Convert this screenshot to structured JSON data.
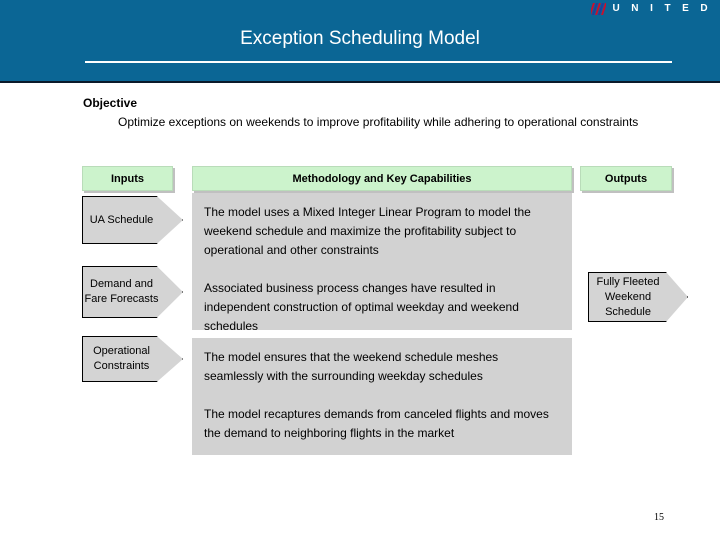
{
  "header": {
    "title": "Exception Scheduling Model",
    "brand_wordmark": "U N I T E D",
    "brand_mark_icon": "united-tulip-icon",
    "background_color": "#0b6695",
    "title_color": "#ffffff"
  },
  "objective": {
    "heading": "Objective",
    "text": "Optimize exceptions on weekends to improve profitability while adhering to operational constraints"
  },
  "diagram": {
    "column_headers": {
      "inputs": "Inputs",
      "methodology": "Methodology and Key Capabilities",
      "outputs": "Outputs"
    },
    "header_color": "#ccf3cc",
    "shape_color": "#d4d4d4",
    "panel_color": "#d2d2d2",
    "inputs": [
      {
        "label": "UA Schedule"
      },
      {
        "label": "Demand and Fare Forecasts"
      },
      {
        "label": "Operational Constraints"
      }
    ],
    "methodology_panels": [
      {
        "paragraphs": [
          "The model uses a Mixed Integer Linear Program to model the weekend schedule and maximize the profitability subject to operational and other constraints",
          "Associated business process changes have resulted in independent construction of optimal weekday and weekend schedules"
        ]
      },
      {
        "paragraphs": [
          "The model ensures  that the weekend schedule meshes seamlessly with the surrounding weekday schedules",
          "The model recaptures demands from canceled flights and moves the demand to neighboring flights in the market"
        ]
      }
    ],
    "outputs": [
      {
        "label": "Fully Fleeted Weekend Schedule"
      }
    ]
  },
  "footer": {
    "page_number": "15"
  }
}
